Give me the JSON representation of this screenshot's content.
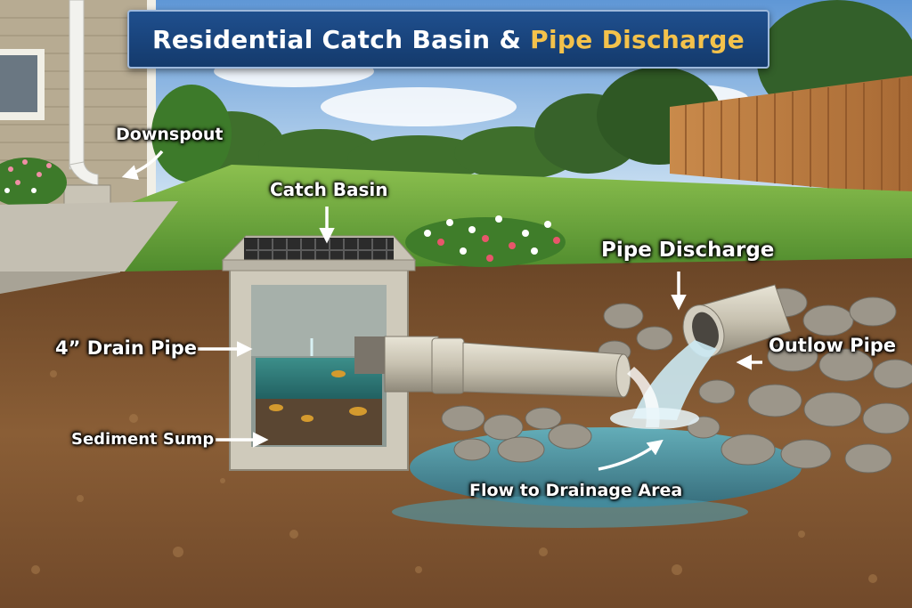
{
  "title": {
    "part1": "Residential Catch Basin &",
    "part2": "Pipe Discharge"
  },
  "labels": {
    "downspout": "Downspout",
    "catch_basin": "Catch Basin",
    "pipe_discharge": "Pipe Discharge",
    "drain_pipe": "4” Drain Pipe",
    "outlow_pipe": "Outlow Pipe",
    "sediment_sump": "Sediment Sump",
    "flow": "Flow to Drainage Area"
  },
  "colors": {
    "banner": "#1a4580",
    "title_highlight": "#f4c24b",
    "label_text": "#ffffff",
    "grass": "#5c9a35",
    "soil": "#7a5232",
    "water": "#3f8fa8",
    "concrete": "#c9c4b6"
  }
}
